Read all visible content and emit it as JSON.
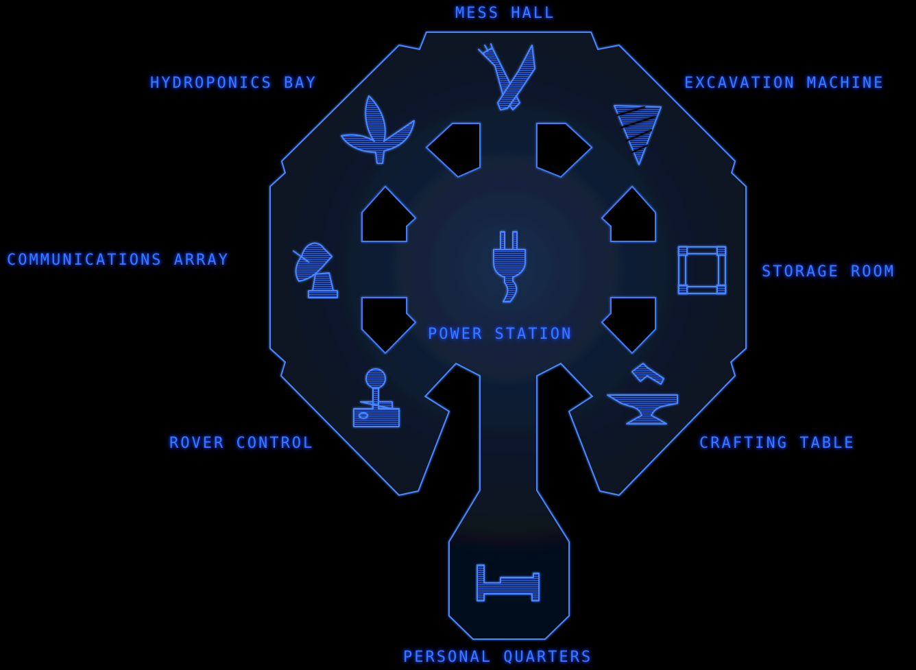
{
  "colors": {
    "background": "#000000",
    "outline": "#4a86ff",
    "label": "#3b78ff",
    "floor_center": "#1a2e4e",
    "floor_edge": "#07101c"
  },
  "map": {
    "rooms": [
      {
        "id": "mess-hall",
        "label": "MESS HALL",
        "icon": "fork-knife-icon"
      },
      {
        "id": "hydroponics-bay",
        "label": "HYDROPONICS BAY",
        "icon": "leaf-icon"
      },
      {
        "id": "excavation-machine",
        "label": "EXCAVATION MACHINE",
        "icon": "drill-icon"
      },
      {
        "id": "communications-array",
        "label": "COMMUNICATIONS ARRAY",
        "icon": "satellite-dish-icon"
      },
      {
        "id": "storage-room",
        "label": "STORAGE ROOM",
        "icon": "crate-icon"
      },
      {
        "id": "power-station",
        "label": "POWER STATION",
        "icon": "power-plug-icon"
      },
      {
        "id": "rover-control",
        "label": "ROVER CONTROL",
        "icon": "joystick-icon"
      },
      {
        "id": "crafting-table",
        "label": "CRAFTING TABLE",
        "icon": "anvil-hammer-icon"
      },
      {
        "id": "personal-quarters",
        "label": "PERSONAL QUARTERS",
        "icon": "bed-icon"
      }
    ]
  }
}
